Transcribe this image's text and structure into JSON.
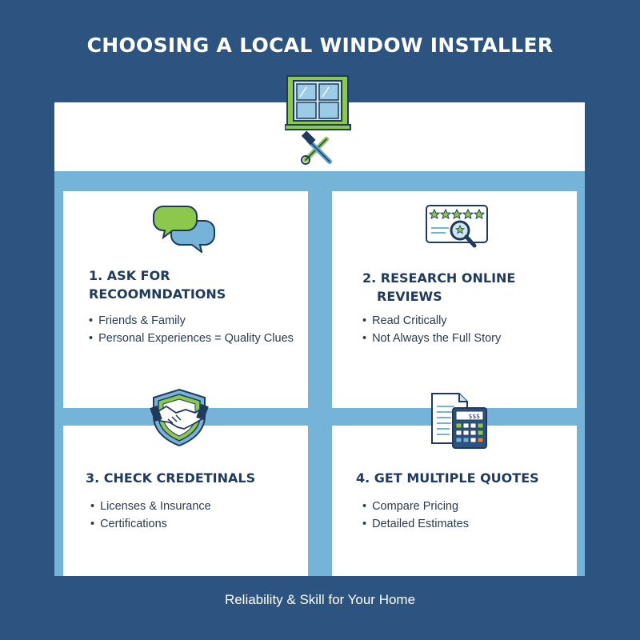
{
  "header": {
    "title": "CHOOSING A LOCAL WINDOW INSTALLER"
  },
  "cards": [
    {
      "title_lines": [
        "1. ASK FOR",
        "RECOOMNDATIONS"
      ],
      "bullets": [
        "Friends & Family",
        "Personal Experiences = Quality Clues"
      ],
      "icon": "chat-bubbles-icon"
    },
    {
      "title_lines": [
        "2. RESEARCH ONLINE",
        "REVIEWS"
      ],
      "bullets": [
        "Read Critically",
        "Not Always the Full Story"
      ],
      "icon": "star-review-magnifier-icon"
    },
    {
      "title_lines": [
        "3. CHECK CREDETINALS"
      ],
      "bullets": [
        "Licenses & Insurance",
        "Certifications"
      ],
      "icon": "handshake-shield-icon"
    },
    {
      "title_lines": [
        "4. GET MULTIPLE QUOTES"
      ],
      "bullets": [
        "Compare Pricing",
        "Detailed Estimates"
      ],
      "icon": "calculator-document-icon"
    }
  ],
  "calculator_display": "$$$",
  "footer": {
    "tagline": "Reliability & Skill for Your Home"
  },
  "colors": {
    "background": "#2d5480",
    "accent_blue": "#76b3d8",
    "accent_green": "#8cc84b",
    "heading": "#1f3a5c"
  }
}
